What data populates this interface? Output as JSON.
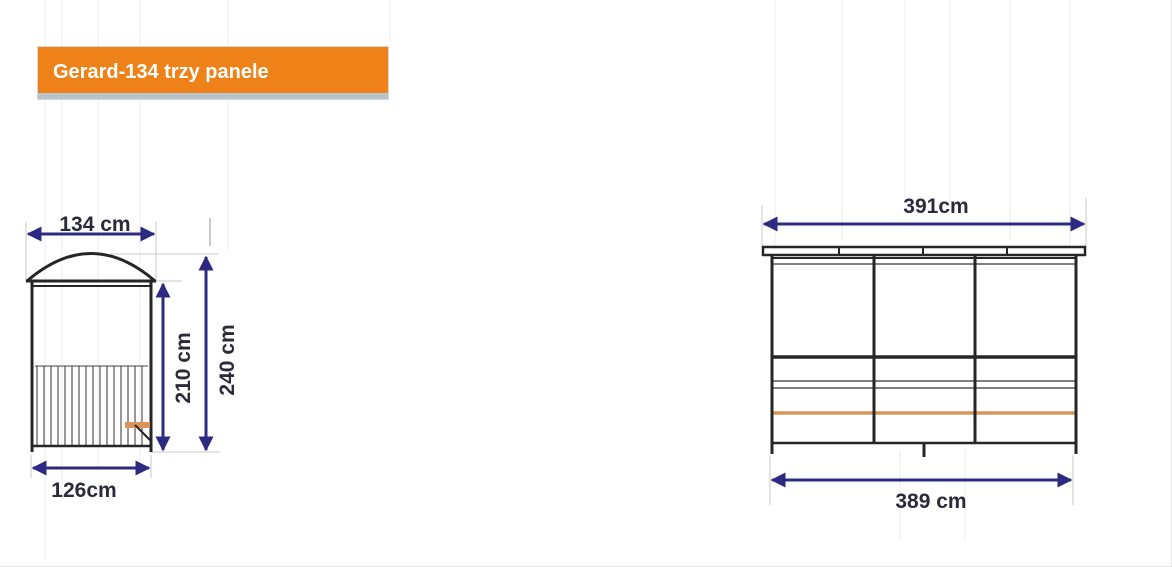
{
  "title": "Gerard-134 trzy panele",
  "side_view": {
    "width_top": "134 cm",
    "width_bottom": "126cm",
    "height_wall": "210 cm",
    "height_total": "240 cm"
  },
  "front_view": {
    "width_top": "391cm",
    "width_bottom": "389 cm"
  },
  "colors": {
    "banner": "#ef8119",
    "arrow": "#2e2a82",
    "bench": "#d9955a",
    "frame": "#262626"
  }
}
